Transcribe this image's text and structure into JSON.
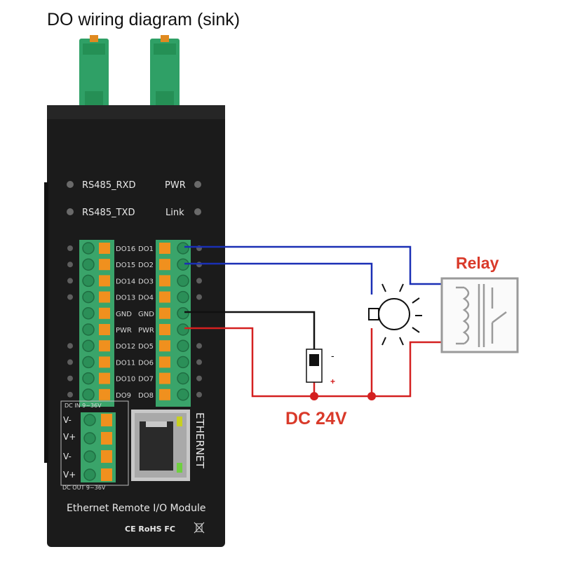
{
  "title": "DO wiring diagram (sink)",
  "module": {
    "rs485_rxd": "RS485_RXD",
    "rs485_txd": "RS485_TXD",
    "pwr_led": "PWR",
    "link_led": "Link",
    "left_terminals": [
      "DO16",
      "DO15",
      "DO14",
      "DO13",
      "GND",
      "PWR",
      "DO12",
      "DO11",
      "DO10",
      "DO9"
    ],
    "right_terminals": [
      "DO1",
      "DO2",
      "DO3",
      "DO4",
      "GND",
      "PWR",
      "DO5",
      "DO6",
      "DO7",
      "DO8"
    ],
    "dc_in": "DC  IN  9~36V",
    "dc_out": "DC OUT 9~36V",
    "v_minus": "V-",
    "v_plus": "V+",
    "ethernet": "ETHERNET",
    "name": "Ethernet Remote I/O Module",
    "certs": "CE RoHS FC"
  },
  "relay_label": "Relay",
  "supply_label": "DC 24V",
  "supply_minus": "-",
  "supply_plus": "+",
  "colors": {
    "blue_wire": "#1a2fb5",
    "red_wire": "#d42020",
    "black_wire": "#111111",
    "relay_frame": "#9a9a9a",
    "label_red": "#d93a2a",
    "terminal_green": "#3aa46a",
    "terminal_orange": "#f0901e",
    "housing": "#1b1b1b"
  }
}
